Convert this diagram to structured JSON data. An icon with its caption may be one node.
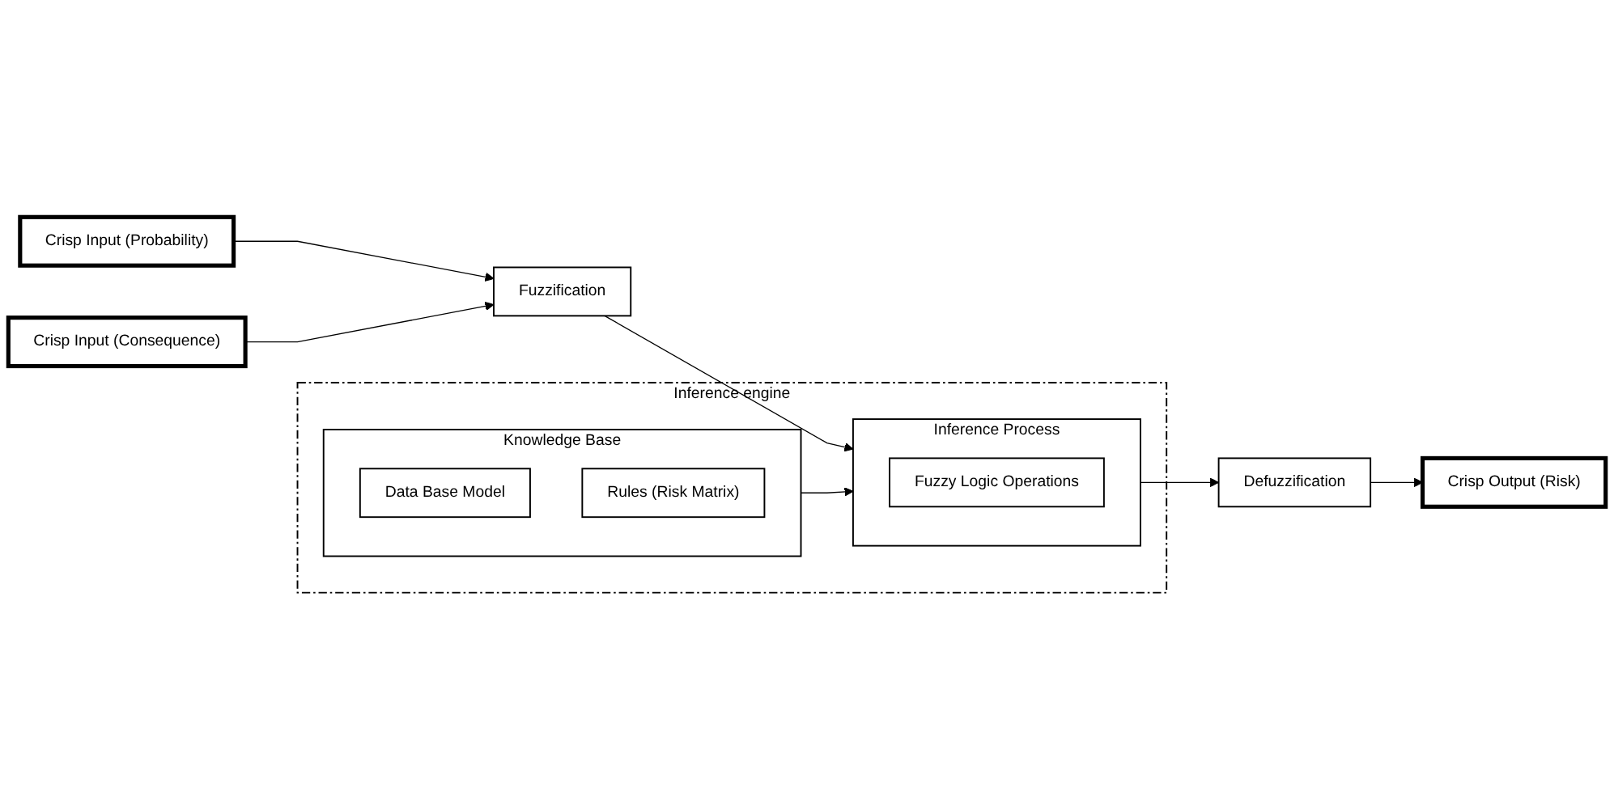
{
  "diagram": {
    "nodes": [
      {
        "text": [
          "Crisp Input (Probability)"
        ]
      },
      {
        "text": [
          "Crisp Input (Consequence)"
        ]
      },
      {
        "text": [
          "Fuzzification"
        ]
      },
      {
        "text": [
          "Inference engine"
        ]
      },
      {
        "text": [
          "Knowledge Base"
        ],
        "in": 3
      },
      {
        "text": [
          "Data Base Model"
        ],
        "in": 4
      },
      {
        "text": [
          "Rules (Risk Matrix)"
        ],
        "in": 4
      },
      {
        "text": [
          "Inference Process"
        ],
        "in": 3
      },
      {
        "text": [
          "Fuzzy Logic Operations"
        ],
        "in": 7
      },
      {
        "text": [
          "Defuzzification"
        ]
      },
      {
        "text": [
          "Crisp Output (Risk)"
        ]
      }
    ],
    "edges": [
      {
        "from": 0,
        "to": 2,
        "arrow": "to"
      },
      {
        "from": 1,
        "to": 2,
        "arrow": "to"
      },
      {
        "from": 2,
        "to": 7,
        "arrow": "to"
      },
      {
        "from": 4,
        "to": 7,
        "arrow": "to"
      },
      {
        "from": 7,
        "to": 9,
        "arrow": "to"
      },
      {
        "from": 9,
        "to": 10,
        "arrow": "to"
      }
    ]
  }
}
